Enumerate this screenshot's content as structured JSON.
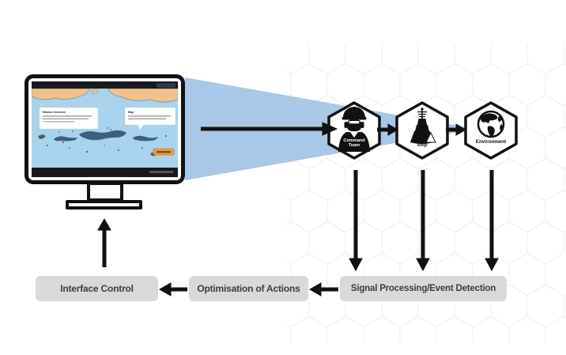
{
  "monitor": {
    "callouts": [
      {
        "title": "Mission Overview"
      },
      {
        "title": "Map"
      }
    ]
  },
  "sources": [
    {
      "label": "Command Team",
      "icon": "commander-icon"
    },
    {
      "label": "Ship",
      "icon": "warship-icon"
    },
    {
      "label": "Environment",
      "icon": "globe-icon"
    }
  ],
  "process_boxes": [
    {
      "label": "Interface Control"
    },
    {
      "label": "Optimisation of Actions"
    },
    {
      "label": "Signal Processing/Event Detection"
    }
  ],
  "colors": {
    "beam": "#a9c7e7",
    "map_water": "#a9d2ec",
    "map_land": "#f0c189",
    "island": "#3d5f7d",
    "box_fill": "#d9d9d9",
    "box_text": "#3d3d3d",
    "arrow": "#111111",
    "badge_orange": "#e89c3f",
    "hex_pattern": "#ededed"
  }
}
